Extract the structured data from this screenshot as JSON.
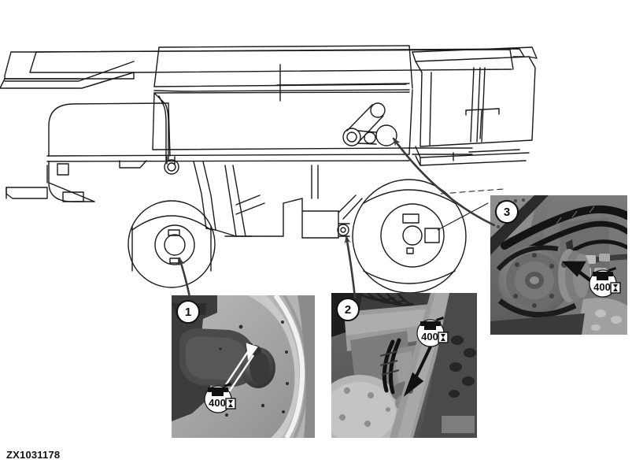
{
  "figure": {
    "caption": "ZX1031178",
    "background_color": "#ffffff",
    "line_color": "#1a1a1a",
    "machine": "combine-harvester-side-view"
  },
  "callouts": [
    {
      "number": "1",
      "name": "front-wheel-hub-grease-point",
      "interval": "400",
      "interval_unit_icon": "hourglass-icon",
      "badge_icon": "grease-gun-icon",
      "arrow_color": "#ffffff",
      "target": "front drive wheel hub"
    },
    {
      "number": "2",
      "name": "rear-chassis-pivot-grease-point",
      "interval": "400",
      "interval_unit_icon": "hourglass-icon",
      "badge_icon": "grease-gun-icon",
      "arrow_color": "#111111",
      "target": "chassis pivot near rear axle"
    },
    {
      "number": "3",
      "name": "variable-speed-pulley-grease-point",
      "interval": "400",
      "interval_unit_icon": "hourglass-icon",
      "badge_icon": "grease-gun-icon",
      "arrow_color": "#111111",
      "target": "belt drive sheave assembly"
    }
  ],
  "insets": [
    {
      "label": "1",
      "name": "photo-inset-1",
      "subject": "axle hub and grease fitting"
    },
    {
      "label": "2",
      "name": "photo-inset-2",
      "subject": "pivot bearing and grease fitting"
    },
    {
      "label": "3",
      "name": "photo-inset-3",
      "subject": "variable speed pulley with hydraulic hoses"
    }
  ]
}
